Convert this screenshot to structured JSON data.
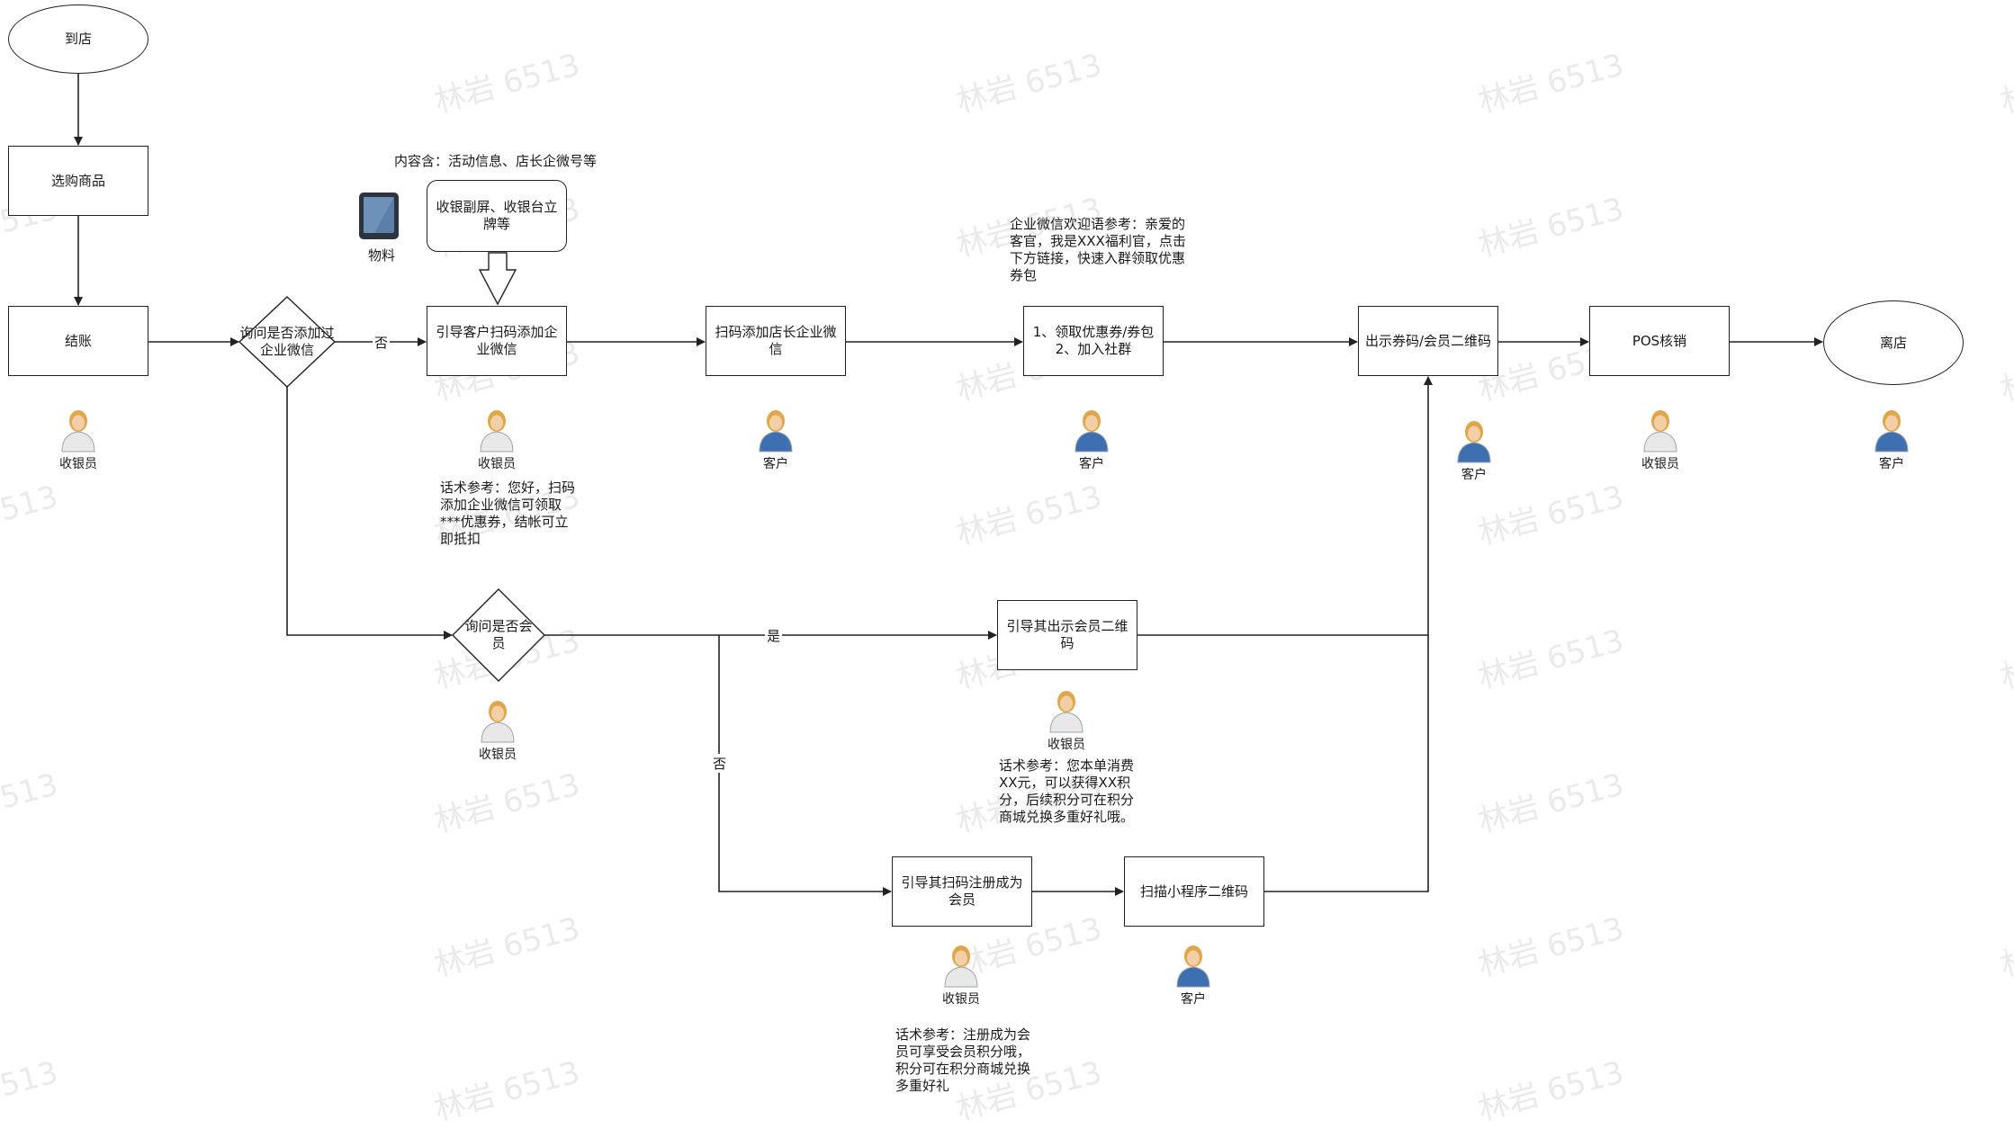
{
  "nodes": {
    "arrive": "到店",
    "shop": "选购商品",
    "checkout": "结账",
    "ask_wechat": "询问是否添加过企业微信",
    "guide_scan": "引导客户扫码添加企业微信",
    "material": "收银副屏、收银台立牌等",
    "scan_add": "扫码添加店长企业微信",
    "get_coupon": "1、领取优惠券/券包\n2、加入社群",
    "show_code": "出示券码/会员二维码",
    "pos": "POS核销",
    "leave": "离店",
    "ask_member": "询问是否会员",
    "guide_member_code": "引导其出示会员二维码",
    "guide_register": "引导其扫码注册成为会员",
    "scan_mini": "扫描小程序二维码"
  },
  "edge_labels": {
    "no_1": "否",
    "yes": "是",
    "no_2": "否"
  },
  "notes": {
    "material_content": "内容含：活动信息、店长企微号等",
    "material_label": "物料",
    "welcome": "企业微信欢迎语参考：亲爱的客官，我是XXX福利官，点击下方链接，快速入群领取优惠券包",
    "script_scan": "话术参考：您好，扫码添加企业微信可领取***优惠券，结帐可立即抵扣",
    "script_points": "话术参考：您本单消费XX元，可以获得XX积分，后续积分可在积分商城兑换多重好礼哦。",
    "script_register": "话术参考：注册成为会员可享受会员积分哦，积分可在积分商城兑换多重好礼"
  },
  "roles": {
    "cashier": "收银员",
    "customer": "客户"
  },
  "watermark": "林岩 6513",
  "colors": {
    "line": "#222222",
    "cashier_shirt": "#e8e8e8",
    "customer_shirt": "#3e6fb0",
    "hair": "#e0a64a",
    "skin": "#f3cfa8"
  }
}
